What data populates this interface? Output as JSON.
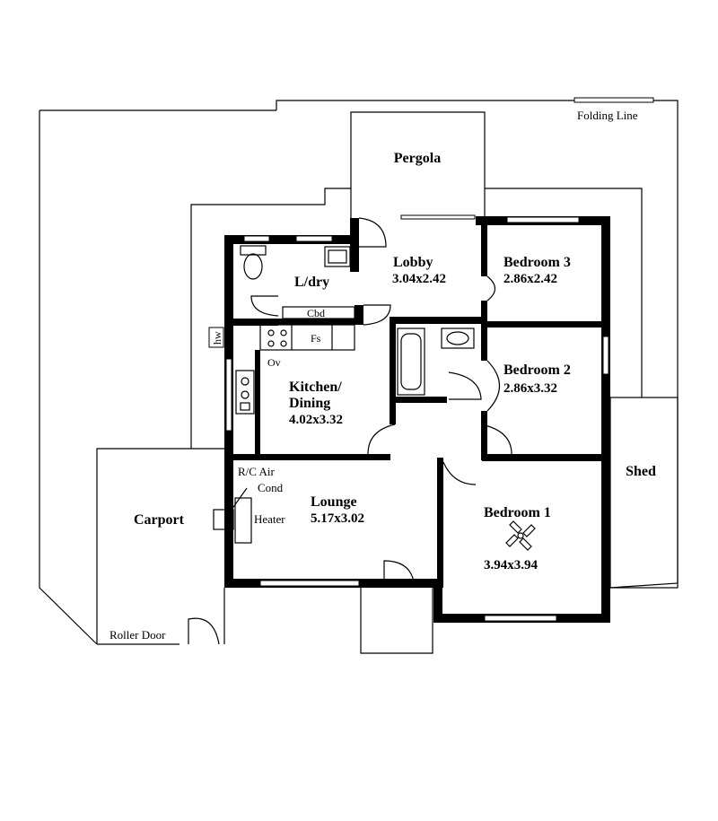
{
  "plan": {
    "rooms": {
      "pergola": {
        "name": "Pergola"
      },
      "lobby": {
        "name": "Lobby",
        "dims": "3.04x2.42"
      },
      "bedroom3": {
        "name": "Bedroom 3",
        "dims": "2.86x2.42"
      },
      "laundry": {
        "name": "L/dry"
      },
      "kitchen": {
        "name_line1": "Kitchen/",
        "name_line2": "Dining",
        "dims": "4.02x3.32"
      },
      "bedroom2": {
        "name": "Bedroom 2",
        "dims": "2.86x3.32"
      },
      "lounge": {
        "name": "Lounge",
        "dims": "5.17x3.02"
      },
      "bedroom1": {
        "name": "Bedroom 1",
        "dims": "3.94x3.94"
      },
      "carport": {
        "name": "Carport"
      },
      "shed": {
        "name": "Shed"
      }
    },
    "labels": {
      "folding_line": "Folding Line",
      "cbd": "Cbd",
      "fs": "Fs",
      "ov": "Ov",
      "hw": "hw",
      "rc_air_line1": "R/C Air",
      "rc_air_line2": "Cond",
      "heater": "Heater",
      "roller_door": "Roller Door"
    }
  }
}
